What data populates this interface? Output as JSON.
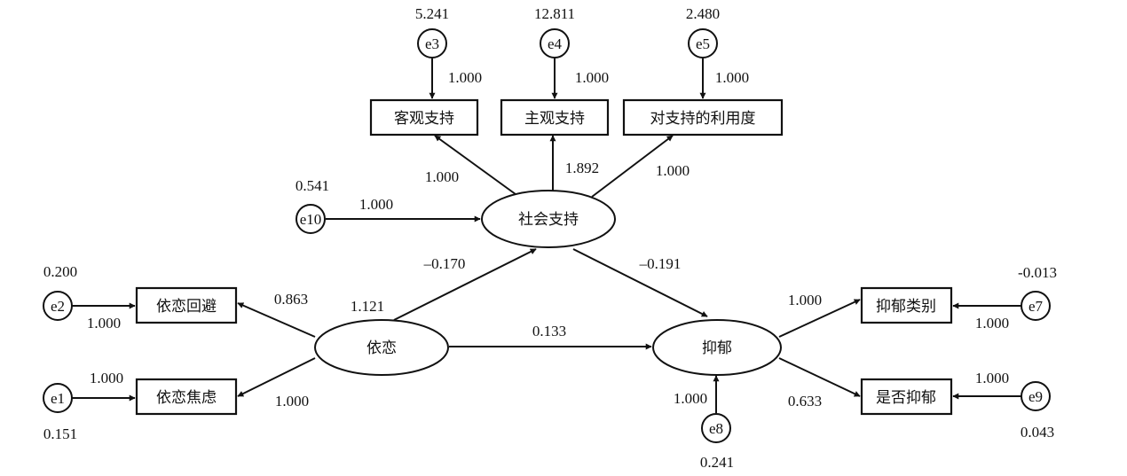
{
  "diagram": {
    "type": "structural-equation-model",
    "latent": {
      "social_support": "社会支持",
      "attachment": "依恋",
      "depression": "抑郁"
    },
    "observed": {
      "objective_support": "客观支持",
      "subjective_support": "主观支持",
      "support_utilization": "对支持的利用度",
      "attachment_avoidance": "依恋回避",
      "attachment_anxiety": "依恋焦虑",
      "depression_category": "抑郁类别",
      "is_depressed": "是否抑郁"
    },
    "errors": {
      "e1": {
        "label": "e1",
        "variance": "0.151"
      },
      "e2": {
        "label": "e2",
        "variance": "0.200"
      },
      "e3": {
        "label": "e3",
        "variance": "5.241"
      },
      "e4": {
        "label": "e4",
        "variance": "12.811"
      },
      "e5": {
        "label": "e5",
        "variance": "2.480"
      },
      "e7": {
        "label": "e7",
        "variance": "-0.013"
      },
      "e8": {
        "label": "e8",
        "variance": "0.241"
      },
      "e9": {
        "label": "e9",
        "variance": "0.043"
      },
      "e10": {
        "label": "e10",
        "variance": "0.541"
      }
    },
    "attachment_variance": "1.121",
    "paths": {
      "e3_objective": "1.000",
      "e4_subjective": "1.000",
      "e5_utilization": "1.000",
      "social_objective": "1.000",
      "social_subjective": "1.892",
      "social_utilization": "1.000",
      "e10_social": "1.000",
      "attachment_social": "–0.170",
      "social_depression": "–0.191",
      "attachment_depression": "0.133",
      "attachment_avoidance": "0.863",
      "attachment_anxiety": "1.000",
      "e2_avoidance": "1.000",
      "e1_anxiety": "1.000",
      "depression_category": "1.000",
      "depression_is": "0.633",
      "e7_category": "1.000",
      "e9_is": "1.000",
      "e8_depression": "1.000"
    }
  }
}
